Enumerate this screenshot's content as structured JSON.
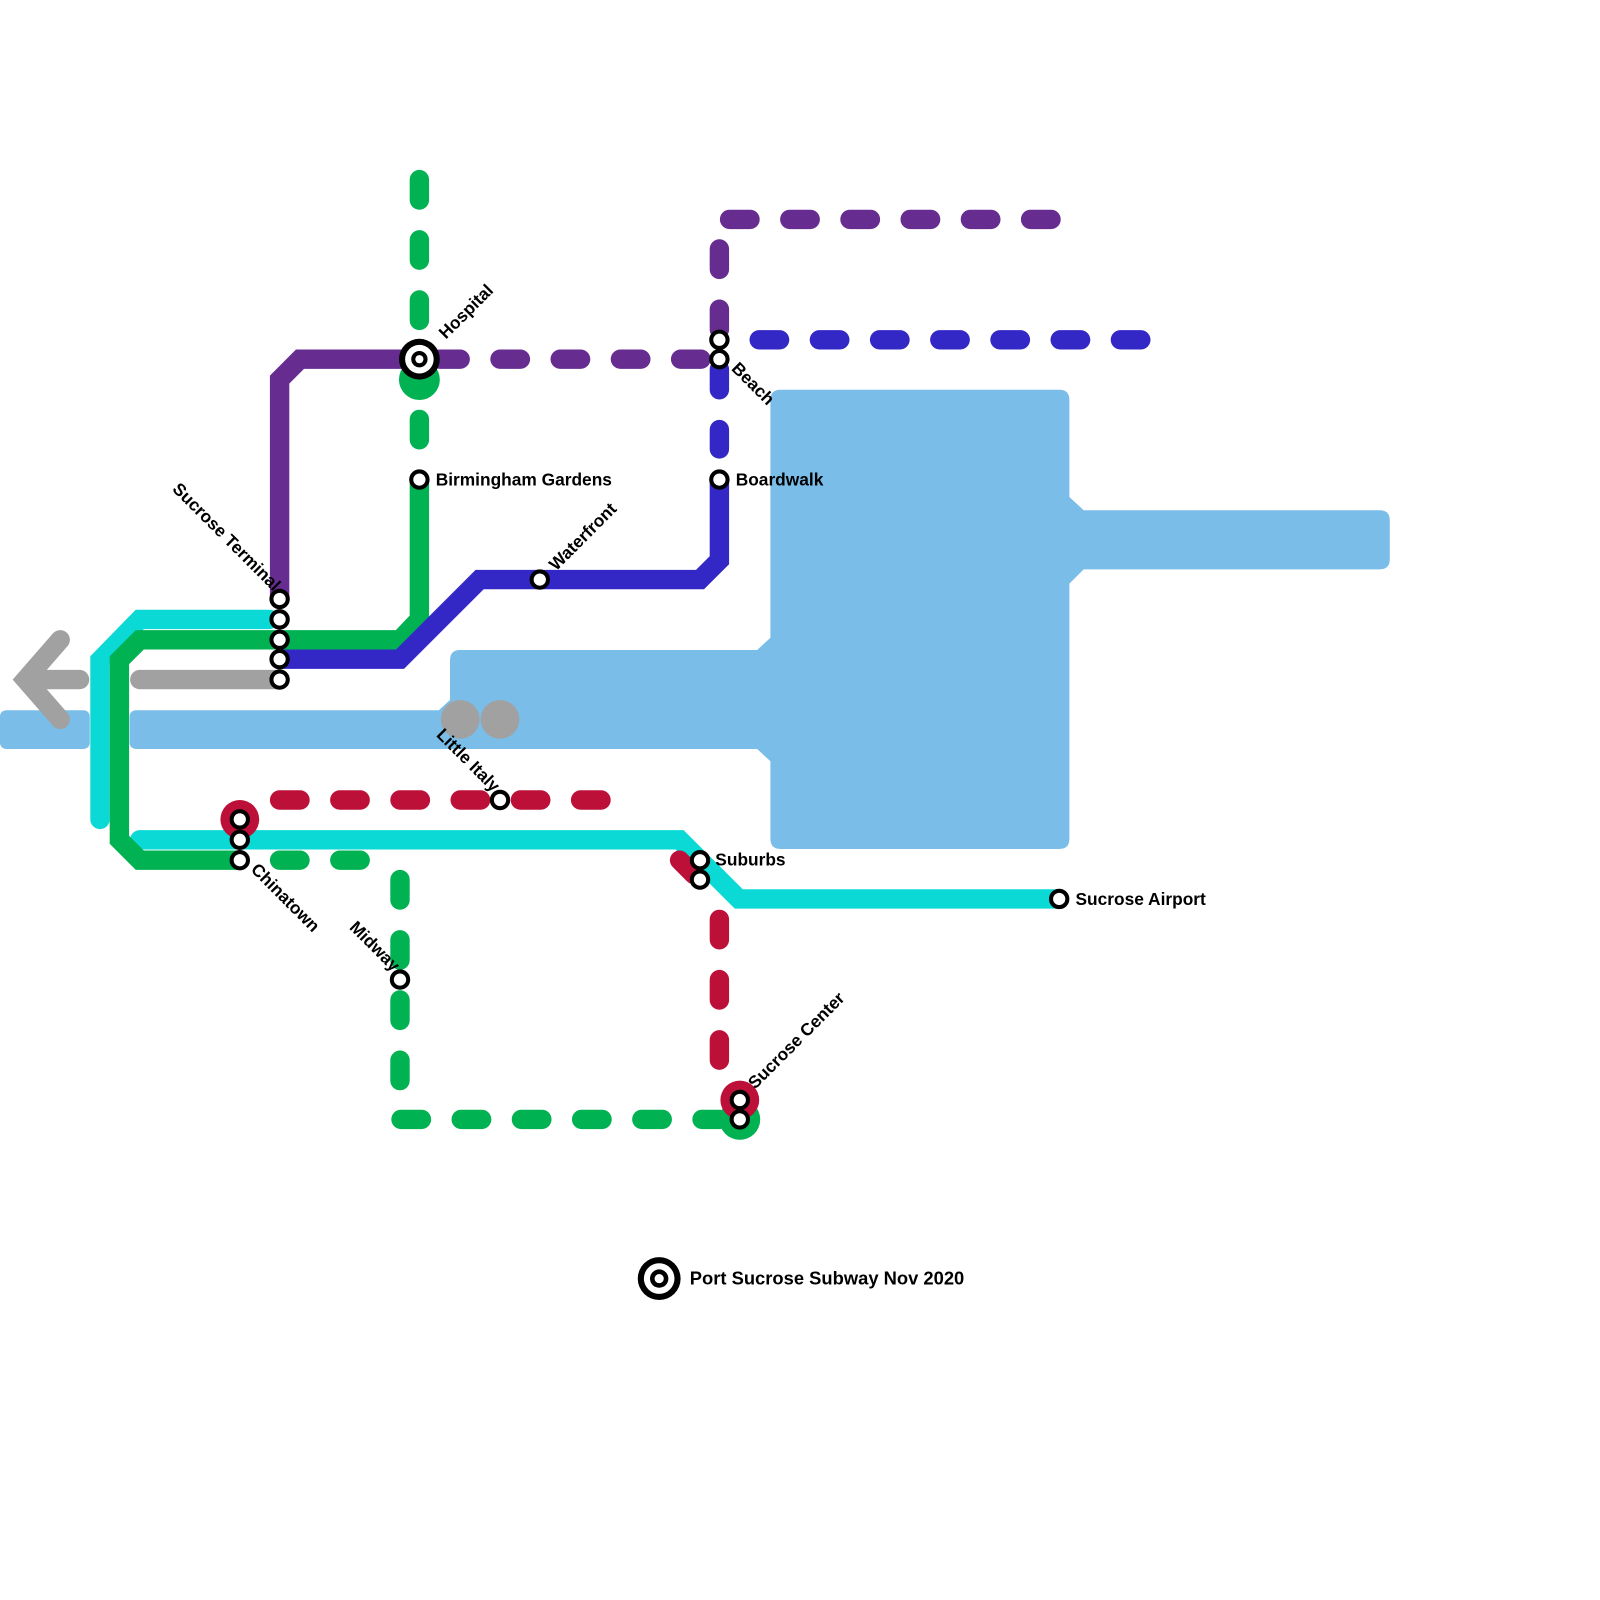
{
  "map": {
    "title": "Port Sucrose Subway Nov 2020",
    "colors": {
      "water": "#7abde8",
      "purple": "#662c90",
      "green": "#00b251",
      "cyan": "#0bd9d5",
      "blue": "#3328c6",
      "red": "#bd1038",
      "gray": "#a1a1a1",
      "station_outline": "#000000",
      "background": "#ffffff"
    },
    "stations": [
      {
        "name": "Hospital",
        "type": "interchange"
      },
      {
        "name": "Birmingham Gardens",
        "type": "station"
      },
      {
        "name": "Waterfront",
        "type": "station"
      },
      {
        "name": "Beach",
        "type": "station"
      },
      {
        "name": "Boardwalk",
        "type": "station"
      },
      {
        "name": "Sucrose Terminal",
        "type": "station"
      },
      {
        "name": "Little Italy",
        "type": "station"
      },
      {
        "name": "Chinatown",
        "type": "station"
      },
      {
        "name": "Midway",
        "type": "station"
      },
      {
        "name": "Suburbs",
        "type": "station"
      },
      {
        "name": "Sucrose Airport",
        "type": "station"
      },
      {
        "name": "Sucrose Center",
        "type": "station"
      }
    ],
    "lines": [
      {
        "id": "purple",
        "status": "partly-planned",
        "stations": [
          "Sucrose Terminal",
          "Hospital",
          "Beach"
        ]
      },
      {
        "id": "green",
        "status": "partly-planned",
        "stations": [
          "Hospital",
          "Birmingham Gardens",
          "Sucrose Terminal",
          "Chinatown",
          "Midway",
          "Sucrose Center"
        ]
      },
      {
        "id": "cyan",
        "status": "open",
        "stations": [
          "Sucrose Terminal",
          "Chinatown",
          "Suburbs",
          "Sucrose Airport"
        ]
      },
      {
        "id": "blue",
        "status": "partly-planned",
        "stations": [
          "Sucrose Terminal",
          "Waterfront",
          "Boardwalk",
          "Beach"
        ]
      },
      {
        "id": "red",
        "status": "planned",
        "stations": [
          "Chinatown",
          "Little Italy",
          "Suburbs",
          "Sucrose Center"
        ]
      },
      {
        "id": "gray",
        "status": "open",
        "stations": [
          "Sucrose Terminal"
        ]
      }
    ],
    "legend": {
      "icon": "interchange-icon",
      "text": "Port Sucrose Subway Nov 2020"
    }
  }
}
